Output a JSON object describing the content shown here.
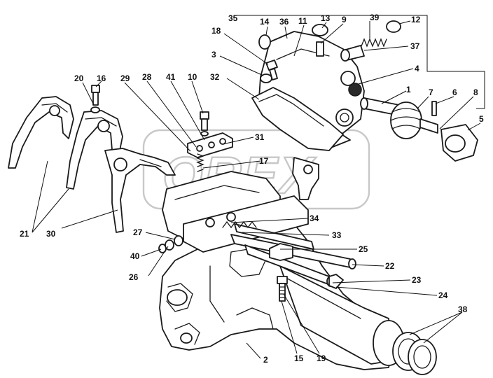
{
  "watermark": {
    "text": "OREX"
  },
  "callouts": [
    {
      "id": "c35",
      "text": "35"
    },
    {
      "id": "c14",
      "text": "14"
    },
    {
      "id": "c36",
      "text": "36"
    },
    {
      "id": "c11",
      "text": "11"
    },
    {
      "id": "c13",
      "text": "13"
    },
    {
      "id": "c9",
      "text": "9"
    },
    {
      "id": "c39",
      "text": "39"
    },
    {
      "id": "c12",
      "text": "12"
    },
    {
      "id": "c18",
      "text": "18"
    },
    {
      "id": "c37",
      "text": "37"
    },
    {
      "id": "c3",
      "text": "3"
    },
    {
      "id": "c4",
      "text": "4"
    },
    {
      "id": "c32",
      "text": "32"
    },
    {
      "id": "c1",
      "text": "1"
    },
    {
      "id": "c7",
      "text": "7"
    },
    {
      "id": "c6",
      "text": "6"
    },
    {
      "id": "c8",
      "text": "8"
    },
    {
      "id": "c5",
      "text": "5"
    },
    {
      "id": "c20",
      "text": "20"
    },
    {
      "id": "c16",
      "text": "16"
    },
    {
      "id": "c29",
      "text": "29"
    },
    {
      "id": "c28",
      "text": "28"
    },
    {
      "id": "c41",
      "text": "41"
    },
    {
      "id": "c10",
      "text": "10"
    },
    {
      "id": "c31",
      "text": "31"
    },
    {
      "id": "c17",
      "text": "17"
    },
    {
      "id": "c21",
      "text": "21"
    },
    {
      "id": "c30",
      "text": "30"
    },
    {
      "id": "c27",
      "text": "27"
    },
    {
      "id": "c34",
      "text": "34"
    },
    {
      "id": "c33",
      "text": "33"
    },
    {
      "id": "c25",
      "text": "25"
    },
    {
      "id": "c40",
      "text": "40"
    },
    {
      "id": "c22",
      "text": "22"
    },
    {
      "id": "c26",
      "text": "26"
    },
    {
      "id": "c23",
      "text": "23"
    },
    {
      "id": "c24",
      "text": "24"
    },
    {
      "id": "c38",
      "text": "38"
    },
    {
      "id": "c2",
      "text": "2"
    },
    {
      "id": "c15",
      "text": "15"
    },
    {
      "id": "c19",
      "text": "19"
    }
  ]
}
